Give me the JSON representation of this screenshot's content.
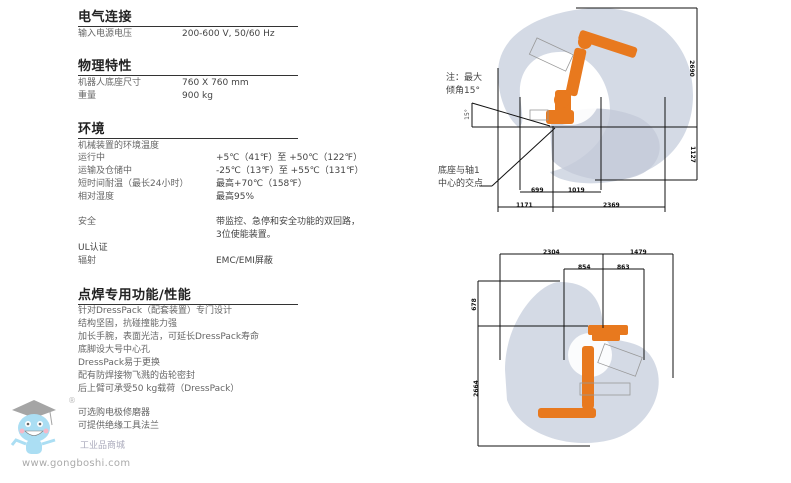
{
  "sections": {
    "electrical": {
      "title": "电气连接",
      "rows": [
        {
          "label": "输入电源电压",
          "value": "200-600 V, 50/60 Hz"
        }
      ]
    },
    "physical": {
      "title": "物理特性",
      "rows": [
        {
          "label": "机器人底座尺寸",
          "value": "760 X 760 mm"
        },
        {
          "label": "重量",
          "value": "900 kg"
        }
      ]
    },
    "environment": {
      "title": "环境",
      "subheading": "机械装置的环境温度",
      "rows": [
        {
          "label": "运行中",
          "value": "+5℃（41℉）至 +50℃（122℉）"
        },
        {
          "label": "运输及仓储中",
          "value": "-25℃（13℉）至 +55℃（131℉）"
        },
        {
          "label": "短时间耐温（最长24小时）",
          "value": "最高+70℃（158℉）"
        },
        {
          "label": "相对湿度",
          "value": "最高95%"
        }
      ],
      "safety_label": "安全",
      "safety_value_1": "带监控、急停和安全功能的双回路，",
      "safety_value_2": "3位使能装置。",
      "ul_label": "UL认证",
      "emission_label": "辐射",
      "emission_value": "EMC/EMI屏蔽"
    },
    "spot_welding": {
      "title": "点焊专用功能/性能",
      "items": [
        "针对DressPack（配套装置）专门设计",
        "结构坚固，抗碰撞能力强",
        "加长手腕，表面光洁，可延长DressPack寿命",
        "底脚设大号中心孔",
        "DressPack易于更换",
        "配有防焊接物飞溅的齿轮密封",
        "后上臂可承受50 kg载荷（DressPack）",
        "",
        "可选购电极修磨器",
        "可提供绝缘工具法兰"
      ]
    }
  },
  "diagram_top": {
    "note_tilt_1": "注：最大",
    "note_tilt_2": "倾角15°",
    "tilt_angle": "15°",
    "note_base_1": "底座与轴1",
    "note_base_2": "中心的交点",
    "dims": {
      "height_upper": "2690",
      "height_lower": "1127",
      "inner_left": "699",
      "inner_right": "1019",
      "outer_left": "1171",
      "outer_right": "2369"
    }
  },
  "diagram_bottom": {
    "dims": {
      "top_left": "2304",
      "top_right": "1479",
      "inner_left": "854",
      "inner_right": "863",
      "height_upper": "678",
      "height_lower": "2664"
    }
  },
  "watermark": {
    "url": "www.gongboshi.com",
    "shop": "工业品商城",
    "registered": "®"
  },
  "colors": {
    "robot_orange": "#E8791E",
    "workspace_gray": "#C9CFDC",
    "rule": "#333333"
  }
}
